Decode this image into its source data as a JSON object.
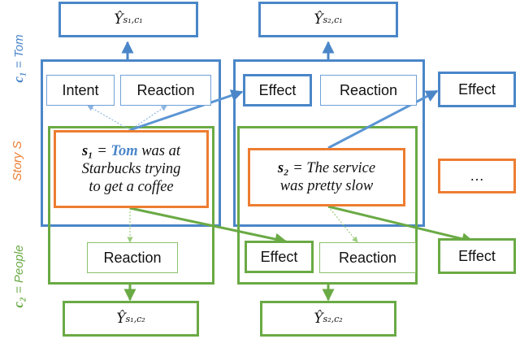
{
  "outputs": {
    "s1c1": "Ŷ",
    "s1c1_sub": "s₁,c₁",
    "s2c1": "Ŷ",
    "s2c1_sub": "s₂,c₁",
    "s1c2": "Ŷ",
    "s1c2_sub": "s₁,c₂",
    "s2c2": "Ŷ",
    "s2c2_sub": "s₂,c₂"
  },
  "side_labels": {
    "c1_var": "c₁",
    "c1_text": " = Tom",
    "story": "Story S",
    "c2_var": "c₂",
    "c2_text": " = People"
  },
  "sentences": {
    "s1_var": "s₁",
    "s1_eq": " = ",
    "s1_tom": "Tom",
    "s1_rest1": " was at",
    "s1_line2": "Starbucks trying",
    "s1_line3": "to get a coffee",
    "s2_var": "s₂",
    "s2_line1": " = The service",
    "s2_line2": "was pretty slow"
  },
  "nodes": {
    "intent": "Intent",
    "reaction_s1_c1": "Reaction",
    "effect_s2_c1": "Effect",
    "reaction_s2_c1": "Reaction",
    "effect_ext_top": "Effect",
    "ellipsis": "…",
    "reaction_s1_c2": "Reaction",
    "effect_s2_c2": "Effect",
    "reaction_s2_c2": "Reaction",
    "effect_ext_bottom": "Effect"
  },
  "colors": {
    "character1": "#4a86c8",
    "character2": "#6aaa45",
    "story": "#ed7d31"
  }
}
